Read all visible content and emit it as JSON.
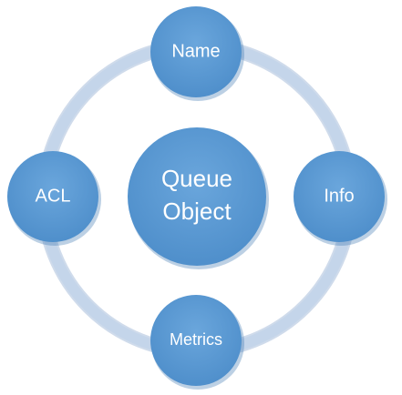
{
  "diagram": {
    "center": {
      "line1": "Queue",
      "line2": "Object"
    },
    "nodes": {
      "top": "Name",
      "right": "Info",
      "bottom": "Metrics",
      "left": "ACL"
    }
  },
  "colors": {
    "ring": "#C4D5EA",
    "ring_edge": "#A8BEDB",
    "node_fill": "#5B9BD5",
    "node_shadow": "#3E78B1",
    "text": "#FFFFFF"
  }
}
